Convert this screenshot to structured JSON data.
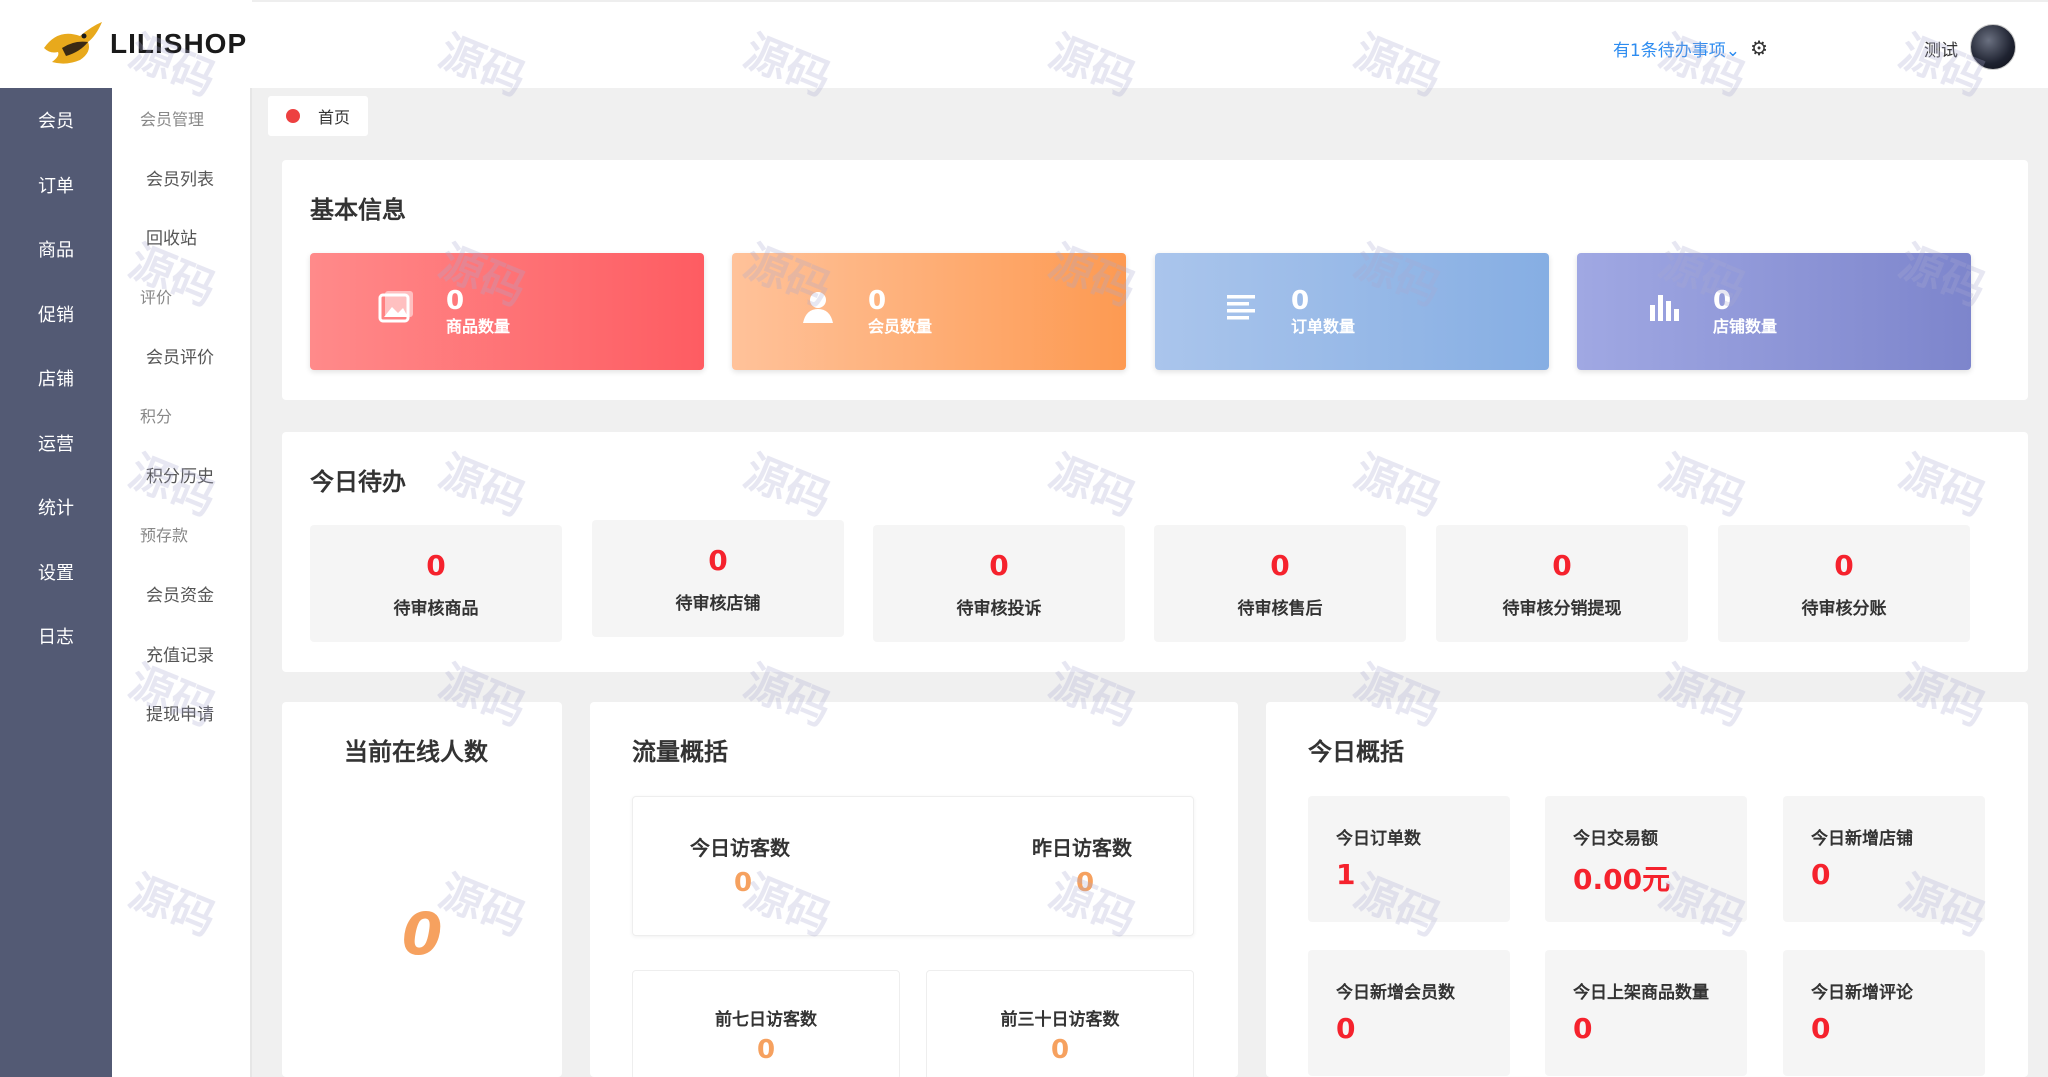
{
  "app": {
    "logo_text": "LILISHOP"
  },
  "nav": [
    "会员",
    "订单",
    "商品",
    "促销",
    "店铺",
    "运营",
    "统计",
    "设置",
    "日志"
  ],
  "subnav": [
    {
      "label": "会员管理",
      "group": true
    },
    {
      "label": "会员列表",
      "group": false
    },
    {
      "label": "回收站",
      "group": false
    },
    {
      "label": "评价",
      "group": true
    },
    {
      "label": "会员评价",
      "group": false
    },
    {
      "label": "积分",
      "group": true
    },
    {
      "label": "积分历史",
      "group": false
    },
    {
      "label": "预存款",
      "group": true
    },
    {
      "label": "会员资金",
      "group": false
    },
    {
      "label": "充值记录",
      "group": false
    },
    {
      "label": "提现申请",
      "group": false
    }
  ],
  "header": {
    "todo": "有1条待办事项⌄",
    "user": "测试"
  },
  "breadcrumb": {
    "home": "首页"
  },
  "basic_info": {
    "title": "基本信息",
    "tiles": [
      {
        "value": "0",
        "label": "商品数量",
        "icon": "image-icon",
        "color_from": "#ff8a8a",
        "color_to": "#fe5c62"
      },
      {
        "value": "0",
        "label": "会员数量",
        "icon": "user-icon",
        "color_from": "#ffc29a",
        "color_to": "#fd9a52"
      },
      {
        "value": "0",
        "label": "订单数量",
        "icon": "list-icon",
        "color_from": "#aac5ec",
        "color_to": "#86aee3"
      },
      {
        "value": "0",
        "label": "店铺数量",
        "icon": "bar-chart-icon",
        "color_from": "#a0a8e3",
        "color_to": "#7d85cc"
      }
    ]
  },
  "today_todo": {
    "title": "今日待办",
    "items": [
      {
        "value": "0",
        "label": "待审核商品"
      },
      {
        "value": "0",
        "label": "待审核店铺"
      },
      {
        "value": "0",
        "label": "待审核投诉"
      },
      {
        "value": "0",
        "label": "待审核售后"
      },
      {
        "value": "0",
        "label": "待审核分销提现"
      },
      {
        "value": "0",
        "label": "待审核分账"
      }
    ]
  },
  "online": {
    "title": "当前在线人数",
    "value": "0"
  },
  "flow": {
    "title": "流量概括",
    "today_label": "今日访客数",
    "today_value": "0",
    "yesterday_label": "昨日访客数",
    "yesterday_value": "0",
    "seven_label": "前七日访客数",
    "seven_value": "0",
    "thirty_label": "前三十日访客数",
    "thirty_value": "0"
  },
  "today_overview": {
    "title": "今日概括",
    "items": [
      {
        "label": "今日订单数",
        "value": "1"
      },
      {
        "label": "今日交易额",
        "value": "0.00元"
      },
      {
        "label": "今日新增店铺",
        "value": "0"
      },
      {
        "label": "今日新增会员数",
        "value": "0"
      },
      {
        "label": "今日上架商品数量",
        "value": "0"
      },
      {
        "label": "今日新增评论",
        "value": "0"
      }
    ]
  },
  "watermark_text": "源码"
}
